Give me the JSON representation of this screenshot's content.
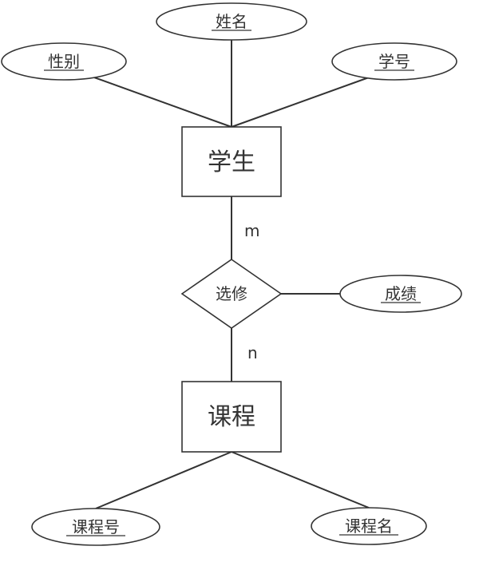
{
  "diagram": {
    "entities": {
      "student": "学生",
      "course": "课程"
    },
    "relationship": "选修",
    "attributes": {
      "student_gender": "性别",
      "student_name": "姓名",
      "student_id": "学号",
      "enrollment_grade": "成绩",
      "course_id": "课程号",
      "course_name": "课程名"
    },
    "cardinality": {
      "student_side": "m",
      "course_side": "n"
    }
  }
}
